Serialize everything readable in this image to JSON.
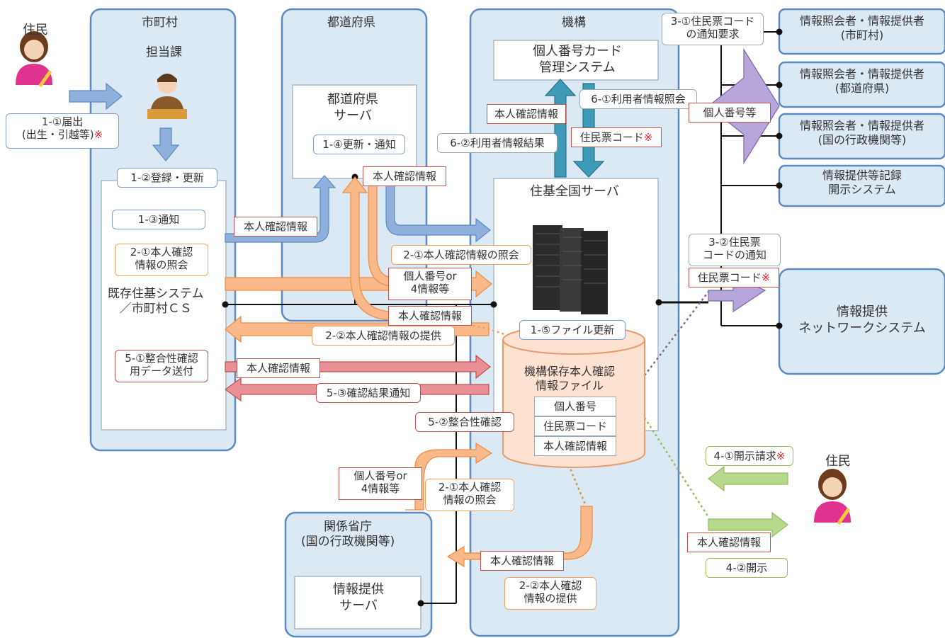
{
  "colors": {
    "panel_fill": "#dbe9f5",
    "panel_border": "#5b8ac1",
    "arrow_blue": "#8fb0dc",
    "arrow_orange": "#f9b98a",
    "arrow_red": "#e98f96",
    "arrow_purple": "#b7a6d9",
    "arrow_green": "#b6d98e",
    "arrow_teal": "#3d9bb8",
    "db_fill": "#fde2d2",
    "db_border": "#e89a6a"
  },
  "icons": [
    "resident-person-icon",
    "staff-person-icon",
    "server-rack-icon",
    "database-cylinder-icon"
  ],
  "panels": {
    "municipality": "市町村",
    "staff_section": "担当課",
    "prefecture": "都道府県",
    "prefecture_server": "都道府県\nサーバ",
    "agency": "機構",
    "card_system": "個人番号カード\n管理システム",
    "national_server": "住基全国サーバ",
    "ministry": "関係省庁\n(国の行政機関等)",
    "info_server": "情報提供\nサーバ",
    "existing_system": "既存住基システム\n／市町村ＣＳ",
    "db_title": "機構保存本人確認\n情報ファイル",
    "db_rows": [
      "個人番号",
      "住民票コード",
      "本人確認情報"
    ]
  },
  "residents": {
    "left": "住民",
    "right": "住民"
  },
  "right_boxes": [
    "情報照会者・情報提供者\n(市町村)",
    "情報照会者・情報提供者\n(都道府県)",
    "情報照会者・情報提供者\n(国の行政機関等)",
    "情報提供等記録\n開示システム",
    "情報提供\nネットワークシステム"
  ],
  "callouts": {
    "c1_1": "1-①届出\n(出生・引越等)",
    "c1_2": "1-②登録・更新",
    "c1_3": "1-③通知",
    "c1_4": "1-④更新・通知",
    "c1_5": "1-⑤ファイル更新",
    "c2_1a": "2-①本人確認\n情報の照会",
    "c2_1b": "2-①本人確認情報の照会",
    "c2_1c": "2-①本人確認\n情報の照会",
    "c2_2a": "2-②本人確認情報の提供",
    "c2_2b": "2-②本人確認\n情報の提供",
    "c3_1": "3-①住民票コード\nの通知要求",
    "c3_2": "3-②住民票\nコードの通知",
    "c4_1": "4-①開示請求",
    "c4_2": "4-②開示",
    "c5_1": "5-①整合性確認\n用データ送付",
    "c5_2": "5-②整合性確認",
    "c5_3": "5-③確認結果通知",
    "c6_1": "6-①利用者情報照会",
    "c6_2": "6-②利用者情報結果"
  },
  "tags": {
    "identity_info": "本人確認情報",
    "number_or_4": "個人番号or\n4情報等",
    "resident_code": "住民票コード",
    "my_number_etc": "個人番号等",
    "note_mark": "※"
  }
}
